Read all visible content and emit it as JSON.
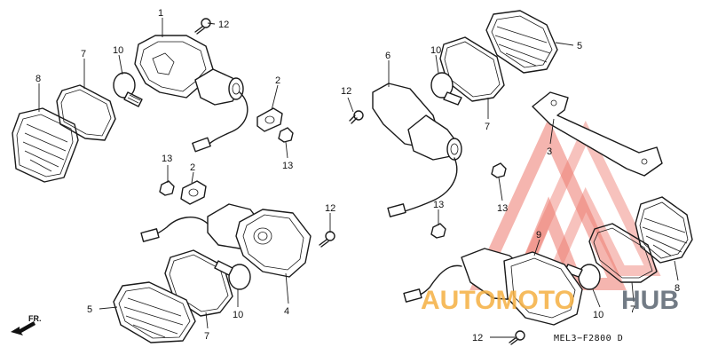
{
  "callouts": {
    "c1": "1",
    "c2a": "2",
    "c2b": "2",
    "c3": "3",
    "c4": "4",
    "c5a": "5",
    "c5b": "5",
    "c6": "6",
    "c7a": "7",
    "c7b": "7",
    "c7c": "7",
    "c8a": "8",
    "c8b": "8",
    "c9": "9",
    "c10a": "10",
    "c10b": "10",
    "c10c": "10",
    "c10d": "10",
    "c12a": "12",
    "c12b": "12",
    "c12c": "12",
    "c12d": "12",
    "c13a": "13",
    "c13b": "13",
    "c13c": "13",
    "c13d": "13"
  },
  "diagram_code": "MEL3−F2800 D",
  "direction_label": "FR.",
  "watermark": {
    "part1": "AUTOMOTO",
    "part2": "HUB",
    "color_part1": "#f5b041",
    "color_part2": "#5a6570",
    "triangle_color": "#e74c3c"
  }
}
